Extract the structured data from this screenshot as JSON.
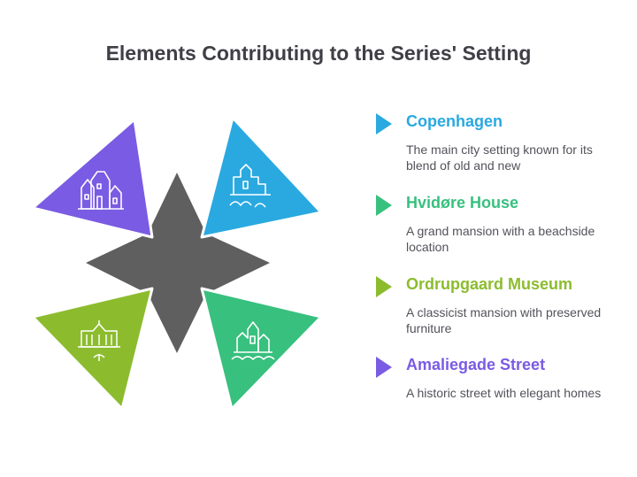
{
  "title": "Elements Contributing to the Series' Setting",
  "items": [
    {
      "title": "Copenhagen",
      "description": "The main city setting known for its blend of old and new",
      "color": "#29a9e0",
      "icon": "old-city-icon"
    },
    {
      "title": "Hvidøre House",
      "description": "A grand mansion with a beachside location",
      "color": "#38c07e",
      "icon": "seaside-castle-icon"
    },
    {
      "title": "Ordrupgaard Museum",
      "description": "A classicist mansion with preserved furniture",
      "color": "#8cbc2e",
      "icon": "classical-mansion-icon"
    },
    {
      "title": "Amaliegade Street",
      "description": "A historic street with elegant homes",
      "color": "#7a5be3",
      "icon": "townhouses-icon"
    }
  ],
  "center_color": "#5f5f5f"
}
